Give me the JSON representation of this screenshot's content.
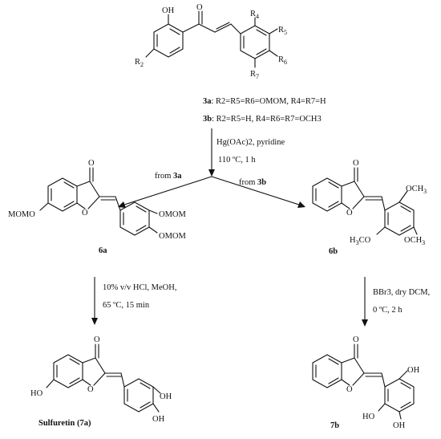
{
  "compound_3": {
    "oh": "OH",
    "o": "O",
    "r2": "R",
    "r2_sub": "2",
    "r4": "R",
    "r4_sub": "4",
    "r5": "R",
    "r5_sub": "5",
    "r6": "R",
    "r6_sub": "6",
    "r7": "R",
    "r7_sub": "7"
  },
  "def_3a": {
    "label": "3a",
    "text": ": R2=R5=R6=OMOM, R4=R7=H"
  },
  "def_3b": {
    "label": "3b",
    "text": ": R2=R5=H, R4=R6=R7=OCH3"
  },
  "step1": {
    "reagent": "Hg(OAc)2, pyridine",
    "conditions": "110 ºC, 1 h",
    "from_a": "from ",
    "from_a_bold": "3a",
    "from_b": "from ",
    "from_b_bold": "3b"
  },
  "compound_6a": {
    "o_ketone": "O",
    "o_ring": "O",
    "momo": "MOMO",
    "omom1": "OMOM",
    "omom2": "OMOM",
    "label": "6a"
  },
  "compound_6b": {
    "o_ketone": "O",
    "o_ring": "O",
    "och3_1": "OCH",
    "och3_1_sub": "3",
    "h3co": "H",
    "h3co_sub": "3",
    "h3co_tail": "CO",
    "och3_3": "OCH",
    "och3_3_sub": "3",
    "label": "6b"
  },
  "step2a": {
    "line1": "10% v/v HCl, MeOH,",
    "line2": "65 ºC, 15 min"
  },
  "step2b": {
    "line1": "BBr3, dry DCM,",
    "line2": "0 ºC, 2 h"
  },
  "compound_7a": {
    "o_ketone": "O",
    "o_ring": "O",
    "ho": "HO",
    "oh1": "OH",
    "oh2": "OH",
    "label": "Sulfuretin (7a)"
  },
  "compound_7b": {
    "o_ketone": "O",
    "o_ring": "O",
    "oh1": "OH",
    "ho": "HO",
    "oh2": "OH",
    "label": "7b"
  }
}
